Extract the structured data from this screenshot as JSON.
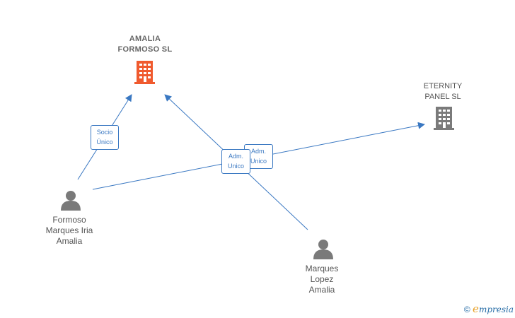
{
  "nodes": {
    "amalia_formoso_sl": {
      "line1": "AMALIA",
      "line2": "FORMOSO  SL",
      "type": "company-main",
      "color": "#f05a2e"
    },
    "eternity_panel_sl": {
      "line1": "ETERNITY",
      "line2": "PANEL SL",
      "type": "company",
      "color": "#7a7a7a"
    },
    "formoso_marques_iria_amalia": {
      "line1": "Formoso",
      "line2": "Marques Iria",
      "line3": "Amalia",
      "type": "person",
      "color": "#7a7a7a"
    },
    "marques_lopez_amalia": {
      "line1": "Marques",
      "line2": "Lopez",
      "line3": "Amalia",
      "type": "person",
      "color": "#7a7a7a"
    }
  },
  "edges": [
    {
      "from": "formoso_marques_iria_amalia",
      "to": "amalia_formoso_sl",
      "label_line1": "Socio",
      "label_line2": "Único"
    },
    {
      "from": "formoso_marques_iria_amalia",
      "to": "eternity_panel_sl",
      "label_line1": "Adm.",
      "label_line2": "Unico"
    },
    {
      "from": "marques_lopez_amalia",
      "to": "amalia_formoso_sl",
      "label_line1": "Adm.",
      "label_line2": "Unico"
    }
  ],
  "edge_color": "#3a78c2",
  "footer": {
    "copyright": "©",
    "brand_e": "e",
    "brand_rest": "mpresia"
  }
}
